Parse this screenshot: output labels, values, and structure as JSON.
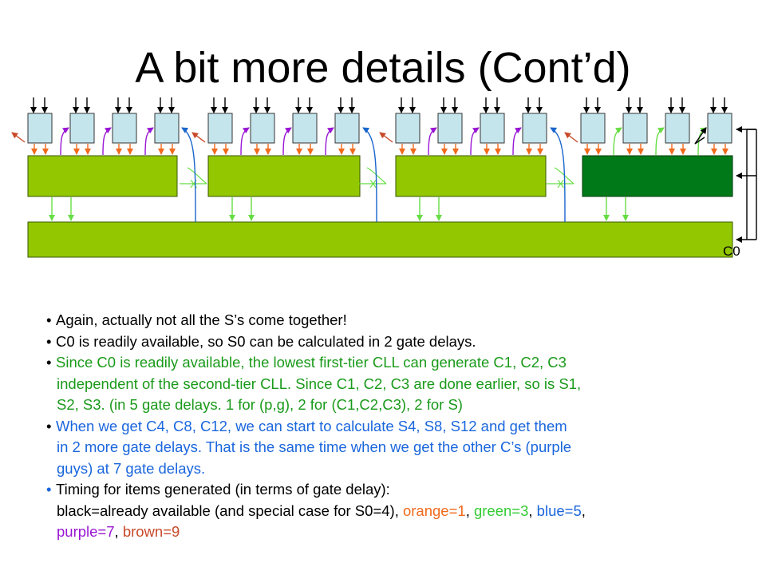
{
  "title": "A bit more details (Cont’d)",
  "c0_label": "C0",
  "x_marker": "X",
  "colors": {
    "cll_light": "#93c700",
    "cll_dark": "#007a18",
    "pg_box": "#c5e5ed",
    "orange": "#f06a1c",
    "green": "#66dd44",
    "blue": "#1a66cc",
    "purple": "#9a16d4",
    "brown": "#c84a2a",
    "text_green": "#1a9a1a",
    "text_blue": "#1a66dd",
    "text_orange": "#f06a1c",
    "text_green_light": "#33cc33",
    "text_purple": "#9a16d4",
    "text_brown": "#c84a2a"
  },
  "bullets": {
    "b1": "Again, actually not all the S’s come together!",
    "b2": "C0 is readily available, so S0 can be calculated in 2 gate delays.",
    "b3_l1": "Since C0 is readily available, the lowest first-tier CLL can generate C1, C2, C3",
    "b3_l2": "independent  of the second-tier CLL. Since C1, C2, C3 are done earlier, so is S1,",
    "b3_l3": "S2, S3. (in 5 gate delays. 1 for (p,g), 2 for (C1,C2,C3), 2 for S)",
    "b4_l1": "When we get C4, C8, C12, we can start to calculate S4, S8, S12 and get them",
    "b4_l2": "in 2 more gate delays. That is the same time when we get the other C’s (purple",
    "b4_l3": "guys) at 7 gate delays.",
    "b5_l1": "Timing for items generated (in terms of gate delay):",
    "b5_l2_black": "black=already available (and special case for S0=4), ",
    "b5_l2_orange": "orange=1",
    "b5_sep1": ", ",
    "b5_l2_green": "green=3",
    "b5_sep2": ", ",
    "b5_l2_blue": "blue=5",
    "b5_sep3": ",",
    "b5_l3_purple": "purple=7",
    "b5_sep4": ", ",
    "b5_l3_brown": "brown=9"
  }
}
